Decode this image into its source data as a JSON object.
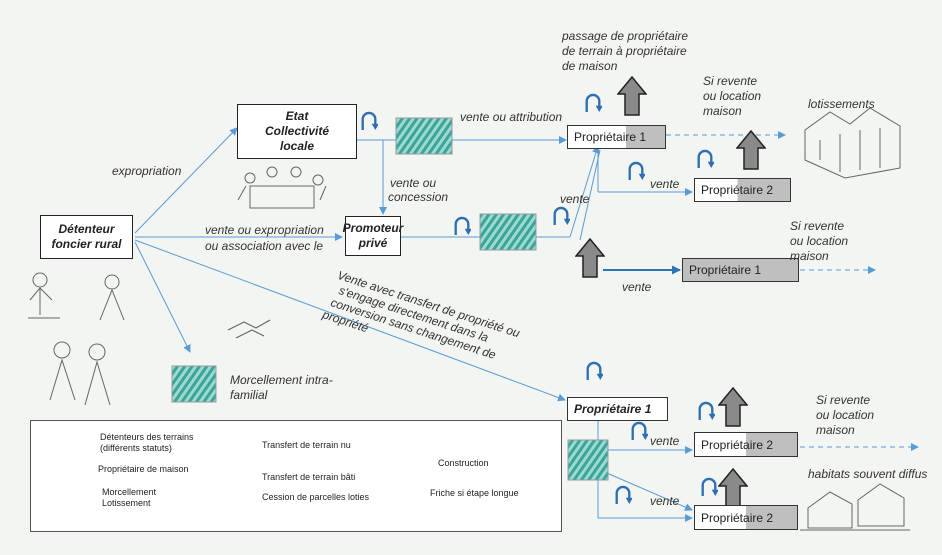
{
  "nodes": {
    "detenteur": "Détenteur foncier rural",
    "etat": "Etat Collectivité locale",
    "promoteur": "Promoteur privé",
    "prop1_top": "Propriétaire 1",
    "prop2_top": "Propriétaire 2",
    "prop1_mid": "Propriétaire 1",
    "prop1_bottom": "Propriétaire 1",
    "prop2_b1": "Propriétaire 2",
    "prop2_b2": "Propriétaire 2"
  },
  "labels": {
    "expropriation": "expropriation",
    "vente_expro_1": "vente ou expropriation",
    "vente_expro_2": "ou association avec le",
    "vente_concession_1": "vente ou",
    "vente_concession_2": "concession",
    "vente_attribution": "vente ou attribution",
    "vente_a": "vente",
    "vente_b": "vente",
    "vente_c": "vente",
    "vente_d": "vente",
    "vente_e": "vente",
    "passage_1": "passage de propriétaire",
    "passage_2": "de terrain à propriétaire",
    "passage_3": "de maison",
    "revente_top_1": "Si revente",
    "revente_top_2": "ou location",
    "revente_top_3": "maison",
    "revente_mid_1": "Si revente",
    "revente_mid_2": "ou location",
    "revente_mid_3": "maison",
    "revente_bot_1": "Si revente",
    "revente_bot_2": "ou location",
    "revente_bot_3": "maison",
    "lotissements": "lotissements",
    "habitats": "habitats  souvent diffus",
    "morcellement_1": "Morcellement intra-",
    "morcellement_2": "familial",
    "diag_1": "Vente avec transfert de propriété ou",
    "diag_2": "s'engage directement dans la",
    "diag_3": "conversion sans changement de",
    "diag_4": "propriété"
  },
  "legend": {
    "detenteurs_1": "Détenteurs des terrains",
    "detenteurs_2": "(différents statuts)",
    "proprietaire_maison": "Propriétaire de maison",
    "morcellement_1": "Morcellement",
    "morcellement_2": "Lotissement",
    "transfert_nu": "Transfert de terrain nu",
    "transfert_bati": "Transfert de terrain bâti",
    "cession": "Cession de parcelles loties",
    "construction": "Construction",
    "friche": "Friche si étape longue"
  },
  "colors": {
    "arrow": "#5b9bd5",
    "arrow_dark": "#2e75b6",
    "house": "#8a8a8a",
    "owner_fill": "#bfbfbf",
    "hook": "#2e6fb3",
    "parcel": "#3aa59a"
  }
}
